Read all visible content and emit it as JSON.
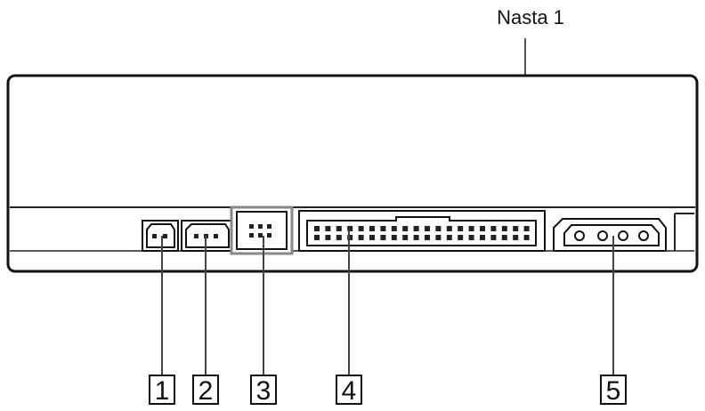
{
  "callout": {
    "label": "Nasta 1"
  },
  "numbers": [
    "1",
    "2",
    "3",
    "4",
    "5"
  ]
}
